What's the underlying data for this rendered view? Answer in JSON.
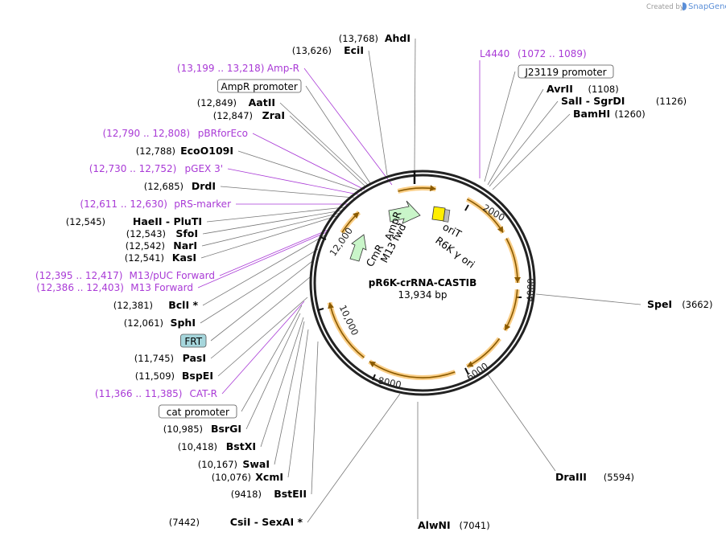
{
  "credit": {
    "created_by": "Created by",
    "brand": "SnapGene"
  },
  "plasmid": {
    "name": "pR6K-crRNA-CASTIB",
    "size_label": "13,934 bp"
  },
  "ticks": [
    "2000",
    "4000",
    "6000",
    "8000",
    "10,000",
    "12,000"
  ],
  "features_on_map": {
    "ampr": "AmpR",
    "m13fwd": "M13 fwd",
    "cmr": "CmR",
    "orit": "oriT",
    "r6k": "R6K γ ori"
  },
  "left_labels": [
    {
      "coord": "(13,768)",
      "name": "AhdI",
      "kind": "enzyme"
    },
    {
      "coord": "(13,626)",
      "name": "EciI",
      "kind": "enzyme"
    },
    {
      "coord": "(13,199 .. 13,218)",
      "name": "Amp-R",
      "kind": "primer"
    },
    {
      "coord": "",
      "name": "AmpR promoter",
      "kind": "box"
    },
    {
      "coord": "(12,849)",
      "name": "AatII",
      "kind": "enzyme"
    },
    {
      "coord": "(12,847)",
      "name": "ZraI",
      "kind": "enzyme"
    },
    {
      "coord": "(12,790 .. 12,808)",
      "name": "pBRforEco",
      "kind": "primer"
    },
    {
      "coord": "(12,788)",
      "name": "EcoO109I",
      "kind": "enzyme"
    },
    {
      "coord": "(12,730 .. 12,752)",
      "name": "pGEX 3'",
      "kind": "primer"
    },
    {
      "coord": "(12,685)",
      "name": "DrdI",
      "kind": "enzyme"
    },
    {
      "coord": "(12,611 .. 12,630)",
      "name": "pRS-marker",
      "kind": "primer"
    },
    {
      "coord": "(12,545)",
      "name": "HaeII  - PluTI",
      "kind": "enzyme"
    },
    {
      "coord": "(12,543)",
      "name": "SfoI",
      "kind": "enzyme"
    },
    {
      "coord": "(12,542)",
      "name": "NarI",
      "kind": "enzyme"
    },
    {
      "coord": "(12,541)",
      "name": "KasI",
      "kind": "enzyme"
    },
    {
      "coord": "(12,395 .. 12,417)",
      "name": "M13/pUC Forward",
      "kind": "primer"
    },
    {
      "coord": "(12,386 .. 12,403)",
      "name": "M13 Forward",
      "kind": "primer"
    },
    {
      "coord": "(12,381)",
      "name": "BclI *",
      "kind": "enzyme"
    },
    {
      "coord": "(12,061)",
      "name": "SphI",
      "kind": "enzyme"
    },
    {
      "coord": "",
      "name": "FRT",
      "kind": "box-teal"
    },
    {
      "coord": "(11,745)",
      "name": "PasI",
      "kind": "enzyme"
    },
    {
      "coord": "(11,509)",
      "name": "BspEI",
      "kind": "enzyme"
    },
    {
      "coord": "(11,366 .. 11,385)",
      "name": "CAT-R",
      "kind": "primer"
    },
    {
      "coord": "",
      "name": "cat promoter",
      "kind": "box"
    },
    {
      "coord": "(10,985)",
      "name": "BsrGI",
      "kind": "enzyme"
    },
    {
      "coord": "(10,418)",
      "name": "BstXI",
      "kind": "enzyme"
    },
    {
      "coord": "(10,167)",
      "name": "SwaI",
      "kind": "enzyme"
    },
    {
      "coord": "(10,076)",
      "name": "XcmI",
      "kind": "enzyme"
    },
    {
      "coord": "(9418)",
      "name": "BstEII",
      "kind": "enzyme"
    },
    {
      "coord": "(7442)",
      "name": "CsiI  - SexAI *",
      "kind": "enzyme"
    }
  ],
  "right_labels": [
    {
      "coord": "(1072 .. 1089)",
      "name": "L4440",
      "kind": "primer"
    },
    {
      "coord": "",
      "name": "J23119 promoter",
      "kind": "box"
    },
    {
      "coord": "(1108)",
      "name": "AvrII",
      "kind": "enzyme"
    },
    {
      "coord": "(1126)",
      "name": "SalI  - SgrDI",
      "kind": "enzyme"
    },
    {
      "coord": "(1260)",
      "name": "BamHI",
      "kind": "enzyme"
    },
    {
      "coord": "(3662)",
      "name": "SpeI",
      "kind": "enzyme"
    },
    {
      "coord": "(5594)",
      "name": "DraIII",
      "kind": "enzyme"
    },
    {
      "coord": "(7041)",
      "name": "AlwNI",
      "kind": "enzyme"
    }
  ],
  "colors": {
    "primer": "#a93ad6",
    "orange": "#f5a623",
    "arrow_dark": "#8a5a00",
    "feature_green": "#c9f5c9",
    "ori_yellow": "#ffee00",
    "frt_teal": "#a6d6dc"
  }
}
